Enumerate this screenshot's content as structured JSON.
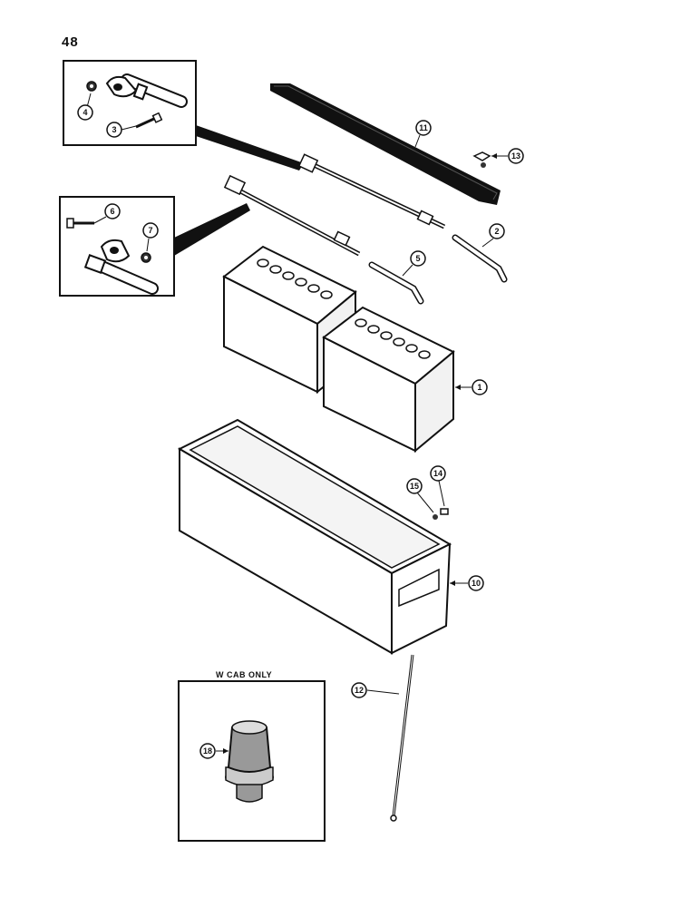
{
  "page": {
    "number": "48"
  },
  "inset_cab": {
    "label": "W  CAB ONLY"
  },
  "callouts": {
    "c1": "1",
    "c2": "2",
    "c3": "3",
    "c4": "4",
    "c5": "5",
    "c6": "6",
    "c7": "7",
    "c10": "10",
    "c11": "11",
    "c12": "12",
    "c13": "13",
    "c14": "14",
    "c15": "15",
    "c18": "18"
  },
  "parts": [
    {
      "ref": "1",
      "name": "battery"
    },
    {
      "ref": "2",
      "name": "battery-cable"
    },
    {
      "ref": "3",
      "name": "bolt"
    },
    {
      "ref": "4",
      "name": "nut"
    },
    {
      "ref": "5",
      "name": "battery-cable"
    },
    {
      "ref": "6",
      "name": "bolt"
    },
    {
      "ref": "7",
      "name": "nut"
    },
    {
      "ref": "10",
      "name": "battery-box"
    },
    {
      "ref": "11",
      "name": "hold-down-strap"
    },
    {
      "ref": "12",
      "name": "rod"
    },
    {
      "ref": "13",
      "name": "wing-nut"
    },
    {
      "ref": "14",
      "name": "screw"
    },
    {
      "ref": "15",
      "name": "nut"
    },
    {
      "ref": "18",
      "name": "cab-switch"
    }
  ]
}
